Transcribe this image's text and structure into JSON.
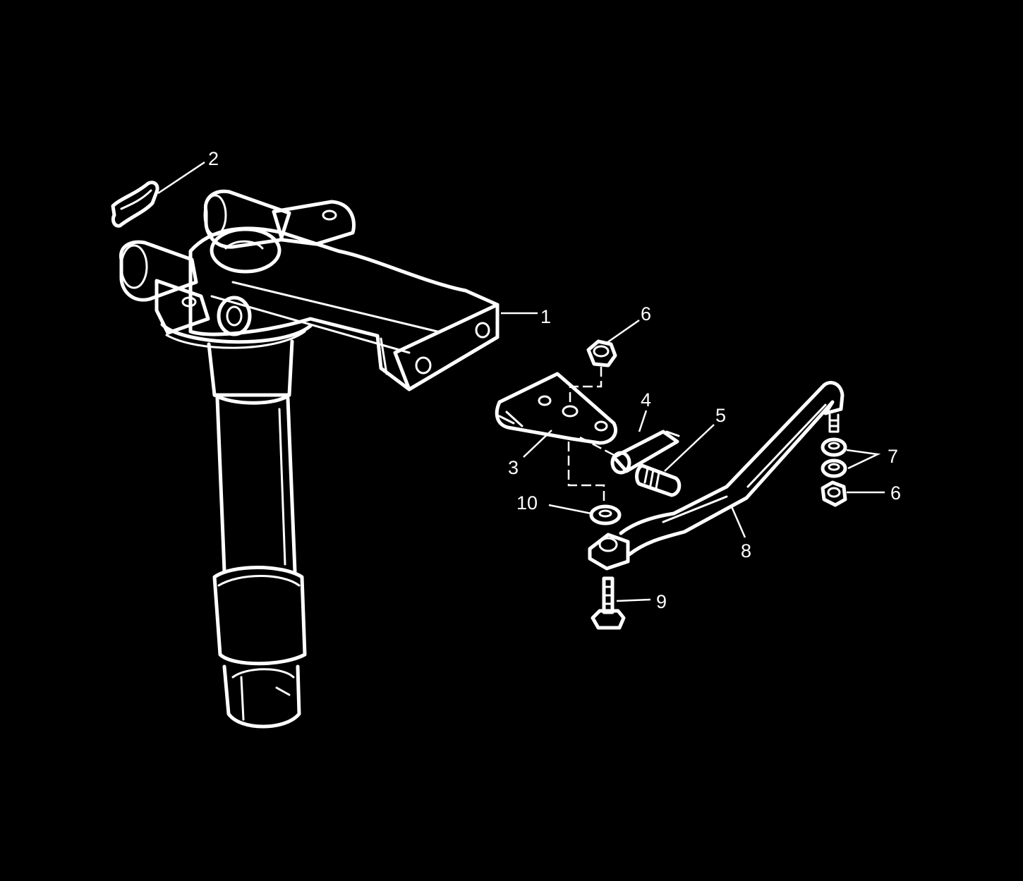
{
  "colors": {
    "background": "#000000",
    "linework": "#ffffff"
  },
  "callouts": [
    {
      "id": "c1",
      "label": "1",
      "part": "swivel-bracket-steering-arm"
    },
    {
      "id": "c2",
      "label": "2",
      "part": "grease-fitting-clip"
    },
    {
      "id": "c3",
      "label": "3",
      "part": "link-mounting-bracket"
    },
    {
      "id": "c4",
      "label": "4",
      "part": "pin"
    },
    {
      "id": "c5",
      "label": "5",
      "part": "screw"
    },
    {
      "id": "c6a",
      "label": "6",
      "part": "locknut-upper"
    },
    {
      "id": "c7",
      "label": "7",
      "part": "washers"
    },
    {
      "id": "c6b",
      "label": "6",
      "part": "locknut-lower"
    },
    {
      "id": "c8",
      "label": "8",
      "part": "steering-link-rod"
    },
    {
      "id": "c9",
      "label": "9",
      "part": "bolt"
    },
    {
      "id": "c10",
      "label": "10",
      "part": "washer"
    }
  ]
}
